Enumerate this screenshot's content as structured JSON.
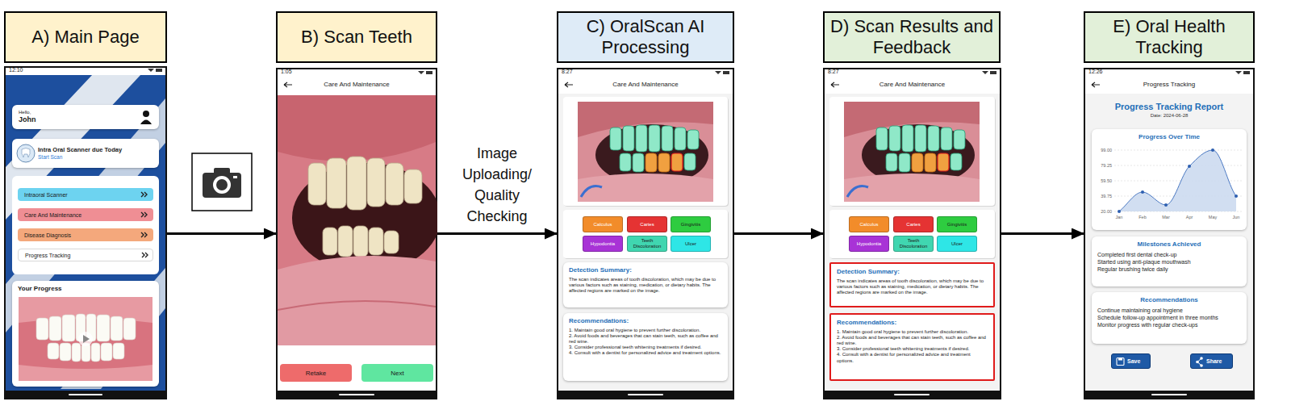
{
  "diagram": {
    "nodes": [
      {
        "text": [
          "A) Main Page"
        ]
      },
      {
        "text": [
          "12:10"
        ]
      },
      {
        "text": [
          "Hello,",
          "John"
        ],
        "in": 1
      },
      {
        "text": [
          "Intra Oral Scanner due Today",
          "Start Scan"
        ],
        "in": 1
      },
      {
        "text": [
          "Intraoral Scanner"
        ],
        "in": 1
      },
      {
        "text": [
          "Care And Maintenance"
        ],
        "in": 1
      },
      {
        "text": [
          "Disease Diagnosis"
        ],
        "in": 1
      },
      {
        "text": [
          "Progress Tracking"
        ],
        "in": 1
      },
      {
        "text": [
          "Your Progress"
        ],
        "in": 1
      },
      {
        "text": [
          "B) Scan Teeth"
        ]
      },
      {
        "text": [
          "1:05",
          "Care And Maintenance"
        ]
      },
      {
        "text": [
          "Retake"
        ],
        "in": 10
      },
      {
        "text": [
          "Next"
        ],
        "in": 10
      },
      {
        "text": [
          "C) OralScan AI Processing"
        ]
      },
      {
        "text": [
          "8:27",
          "Care And Maintenance"
        ]
      },
      {
        "text": [
          "Calculus"
        ],
        "in": 14
      },
      {
        "text": [
          "Caries"
        ],
        "in": 14
      },
      {
        "text": [
          "Gingivitis"
        ],
        "in": 14
      },
      {
        "text": [
          "Hypodontia"
        ],
        "in": 14
      },
      {
        "text": [
          "Teeth Discoloration"
        ],
        "in": 14
      },
      {
        "text": [
          "Ulcer"
        ],
        "in": 14
      },
      {
        "text": [
          "Detection Summary:",
          "The scan indicates areas of tooth discoloration, which may be due to various factors such as staining, medication, or dietary habits. The affected regions are marked on the image."
        ],
        "in": 14
      },
      {
        "text": [
          "Recommendations:",
          "1. Maintain good oral hygiene to prevent further discoloration.",
          "2. Avoid foods and beverages that can stain teeth, such as coffee and red wine.",
          "3. Consider professional teeth whitening treatments if desired.",
          "4. Consult with a dentist for personalized advice and treatment options."
        ],
        "in": 14
      },
      {
        "text": [
          "D) Scan Results and Feedback"
        ]
      },
      {
        "text": [
          "8:27",
          "Care And Maintenance"
        ]
      },
      {
        "text": [
          "Calculus"
        ],
        "in": 24
      },
      {
        "text": [
          "Caries"
        ],
        "in": 24
      },
      {
        "text": [
          "Gingivitis"
        ],
        "in": 24
      },
      {
        "text": [
          "Hypodontia"
        ],
        "in": 24
      },
      {
        "text": [
          "Teeth Discoloration"
        ],
        "in": 24
      },
      {
        "text": [
          "Ulcer"
        ],
        "in": 24
      },
      {
        "text": [
          "Detection Summary:",
          "The scan indicates areas of tooth discoloration, which may be due to various factors such as staining, medication, or dietary habits. The affected regions are marked on the image."
        ],
        "in": 24
      },
      {
        "text": [
          "Recommendations:",
          "1. Maintain good oral hygiene to prevent further discoloration.",
          "2. Avoid foods and beverages that can stain teeth, such as coffee and red wine.",
          "3. Consider professional teeth whitening treatments if desired.",
          "4. Consult with a dentist for personalized advice and treatment options."
        ],
        "in": 24
      },
      {
        "text": [
          "E) Oral Health Tracking"
        ]
      },
      {
        "text": [
          "12:26",
          "Progress Tracking",
          "Progress Tracking Report",
          "Date: 2024-06-28"
        ]
      },
      {
        "text": [
          "Progress Over Time",
          "99.00",
          "79.25",
          "59.50",
          "39.75",
          "20.00",
          "Jan",
          "Feb",
          "Mar",
          "Apr",
          "May",
          "Jun"
        ],
        "in": 34
      },
      {
        "text": [
          "Milestones Achieved",
          "Completed first dental check-up",
          "Started using anti-plaque mouthwash",
          "Regular brushing twice daily"
        ],
        "in": 34
      },
      {
        "text": [
          "Recommendations",
          "Continue maintaining oral hygiene",
          "Schedule follow-up appointment in three months",
          "Monitor progress with regular check-ups"
        ],
        "in": 34
      },
      {
        "text": [
          "Save"
        ],
        "in": 34
      },
      {
        "text": [
          "Share"
        ],
        "in": 34
      }
    ],
    "edges": [
      {
        "from": 1,
        "to": 10,
        "arrow": "to"
      },
      {
        "from": 10,
        "to": 14,
        "label": "Image Uploading/ Quality Checking",
        "arrow": "to"
      },
      {
        "from": 14,
        "to": 24,
        "arrow": "to"
      },
      {
        "from": 24,
        "to": 34,
        "arrow": "to"
      }
    ]
  }
}
